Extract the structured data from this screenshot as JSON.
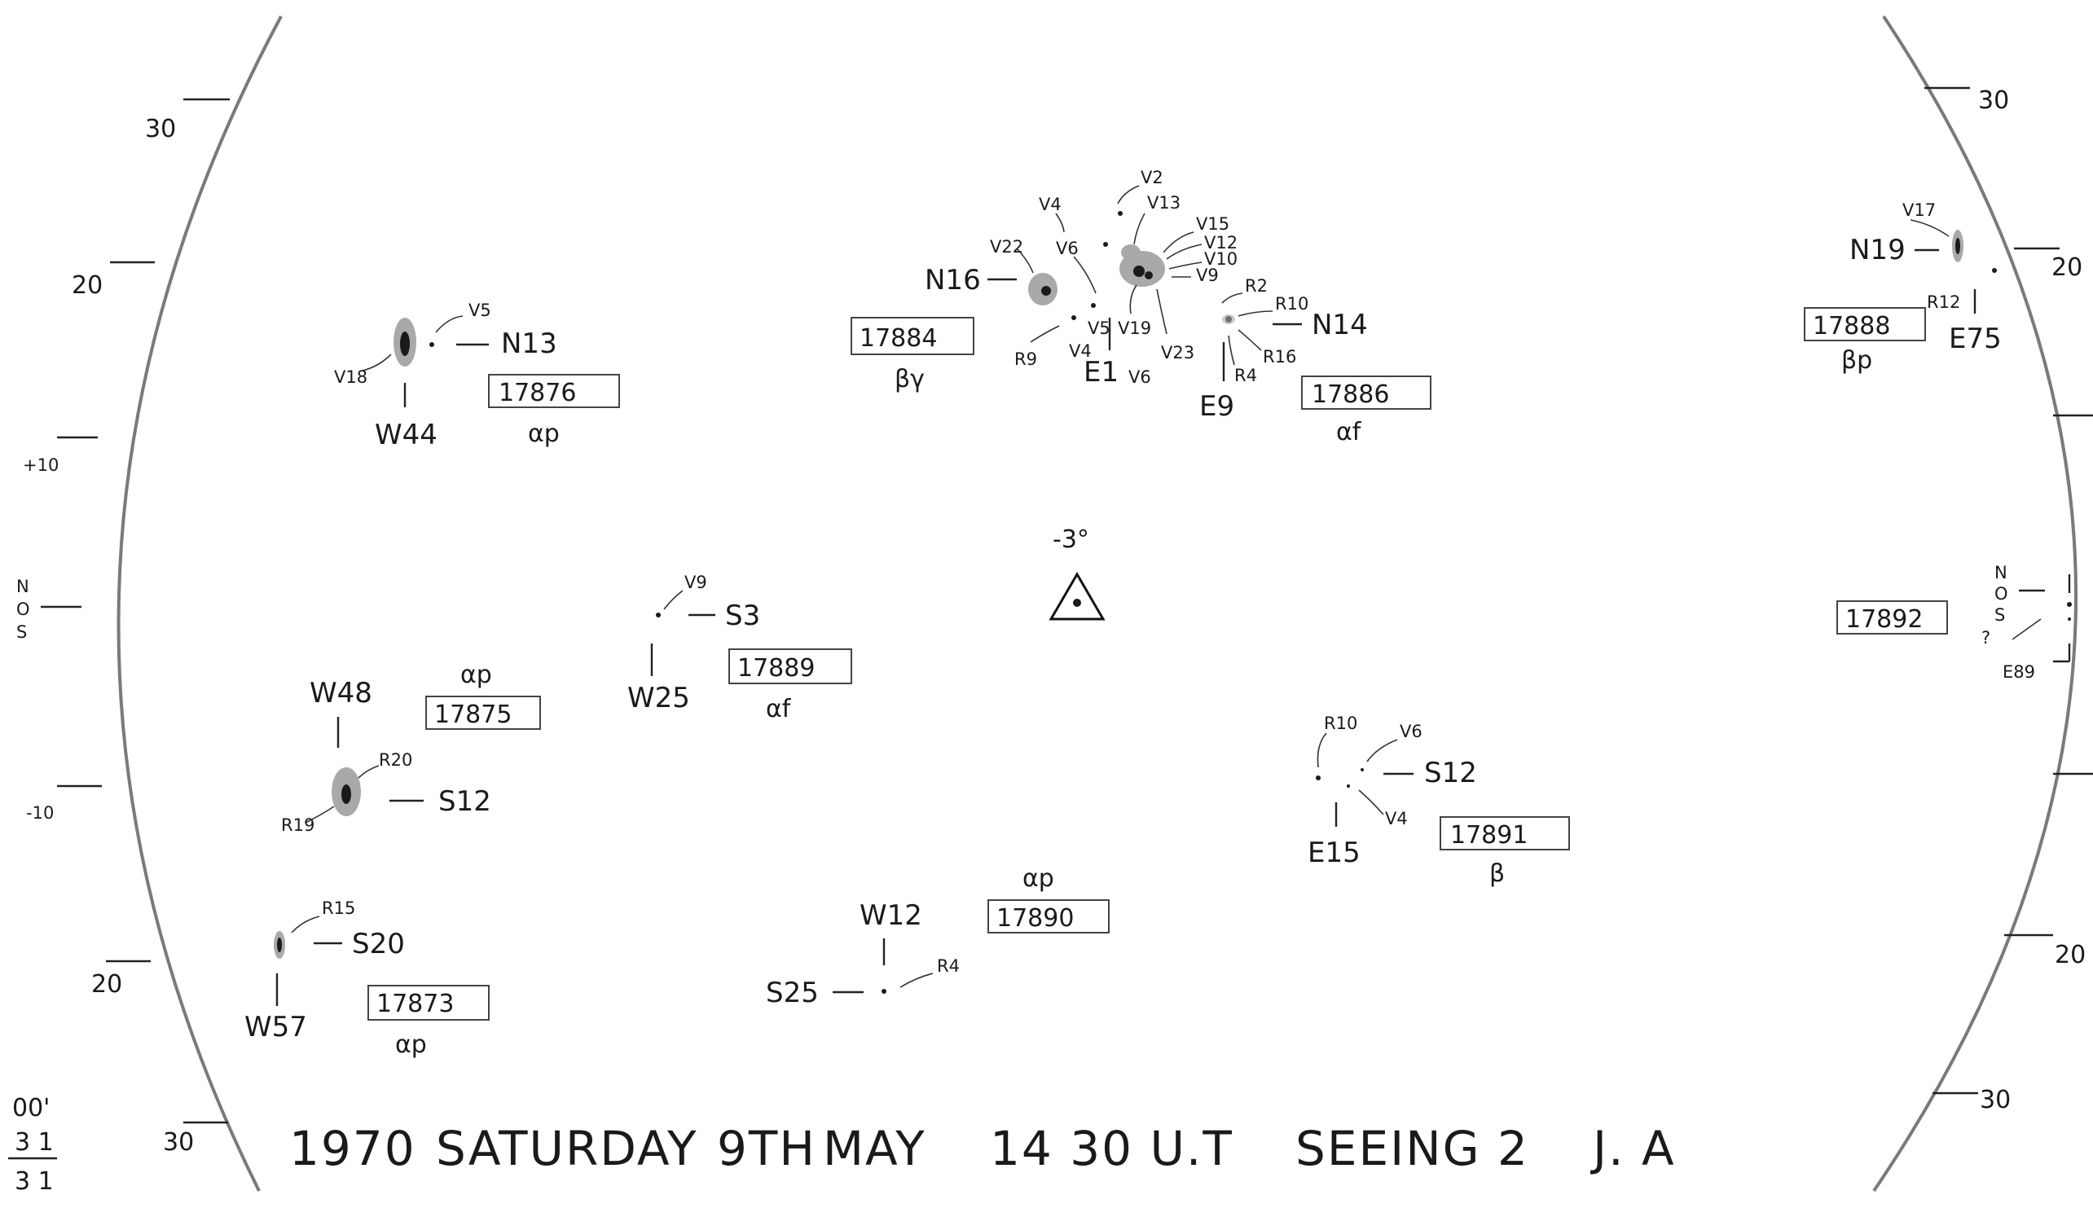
{
  "footer": {
    "year": "1970",
    "day": "SATURDAY",
    "date": "9TH",
    "month": "MAY",
    "time": "14 30 U.T",
    "seeing": "SEEING 2",
    "observer": "J. A"
  },
  "corner_note": [
    "00'",
    "3 1",
    "3 1"
  ],
  "center_marker": {
    "label": "-3°"
  },
  "left_scale": {
    "labels": [
      "30",
      "20",
      "+10",
      "N",
      "O",
      "S",
      "-10",
      "20",
      "30"
    ]
  },
  "right_scale": {
    "labels": [
      "30",
      "20",
      "N",
      "O",
      "S",
      "20",
      "30"
    ]
  },
  "regions": [
    {
      "number": "17876",
      "class": "αp",
      "labels": [
        "N13",
        "W44",
        "V5",
        "V18"
      ]
    },
    {
      "number": "17884",
      "class": "βγ",
      "labels": [
        "N16",
        "E1",
        "V22",
        "V4",
        "V6",
        "V2",
        "V13",
        "V15",
        "V12",
        "V10",
        "V9",
        "V19",
        "V23",
        "V5",
        "R9",
        "V4",
        "V6"
      ]
    },
    {
      "number": "17886",
      "class": "αf",
      "labels": [
        "N14",
        "E9",
        "R2",
        "R10",
        "R4",
        "R16"
      ]
    },
    {
      "number": "17888",
      "class": "βp",
      "labels": [
        "N19",
        "E75",
        "V17",
        "R12"
      ]
    },
    {
      "number": "17875",
      "class": "αp",
      "labels": [
        "W48",
        "S12",
        "R20",
        "R19"
      ]
    },
    {
      "number": "17889",
      "class": "αf",
      "labels": [
        "S3",
        "W25",
        "V9"
      ]
    },
    {
      "number": "17892",
      "class": "",
      "labels": [
        "E89",
        "?"
      ]
    },
    {
      "number": "17891",
      "class": "β",
      "labels": [
        "S12",
        "E15",
        "R10",
        "V6",
        "V4"
      ]
    },
    {
      "number": "17890",
      "class": "αp",
      "labels": [
        "W12",
        "S25",
        "R4"
      ]
    },
    {
      "number": "17873",
      "class": "αp",
      "labels": [
        "S20",
        "W57",
        "R15"
      ]
    }
  ]
}
